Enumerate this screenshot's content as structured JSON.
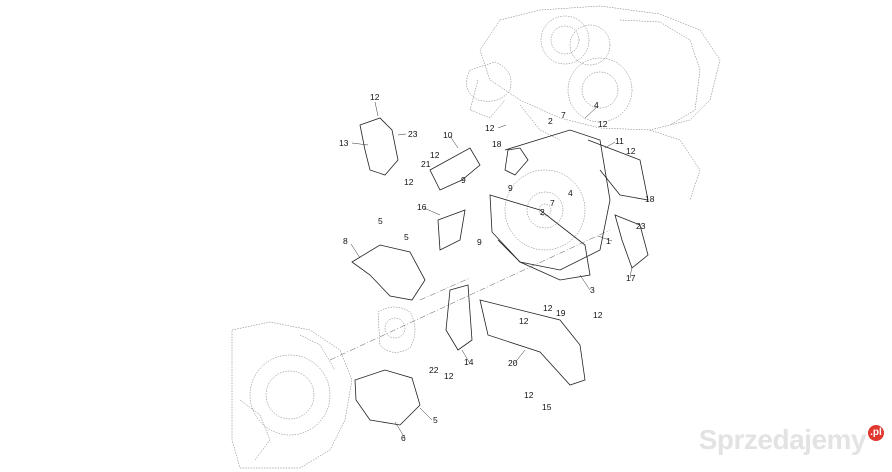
{
  "diagram": {
    "callouts": {
      "c1": "12",
      "c2": "13",
      "c3": "23",
      "c4": "12",
      "c5": "21",
      "c6": "12",
      "c7": "10",
      "c8": "12",
      "c9": "18",
      "c10": "2",
      "c11": "7",
      "c12": "4",
      "c13": "12",
      "c14": "11",
      "c15": "12",
      "c16": "9",
      "c17": "4",
      "c18": "9",
      "c19": "16",
      "c20": "7",
      "c21": "2",
      "c22": "18",
      "c23": "5",
      "c24": "5",
      "c25": "8",
      "c26": "9",
      "c27": "1",
      "c28": "23",
      "c29": "17",
      "c30": "3",
      "c31": "12",
      "c32": "19",
      "c33": "12",
      "c34": "12",
      "c35": "14",
      "c36": "20",
      "c37": "22",
      "c38": "12",
      "c39": "12",
      "c40": "15",
      "c41": "5",
      "c42": "6"
    }
  },
  "watermark": {
    "text": "Sprzedajemy",
    "badge": ".pl",
    "color": "#e0372f"
  }
}
